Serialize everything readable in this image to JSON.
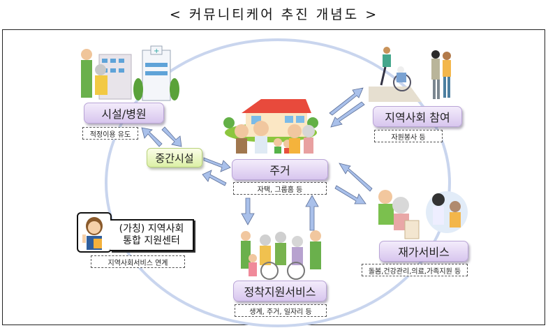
{
  "title": "< 커뮤니티케어 추진 개념도 >",
  "colors": {
    "purple_box": "#d8c6ee",
    "green_box": "#dcf0a6",
    "arrow_fill": "#9fb8e6",
    "circle": "#c9d5ee"
  },
  "nodes": {
    "facility": {
      "label": "시설/병원",
      "note": "적정이용 유도"
    },
    "intermediate": {
      "label": "중간시설"
    },
    "housing": {
      "label": "주거",
      "note": "자택, 그룹홈 등"
    },
    "community": {
      "label": "지역사회 참여",
      "note": "자원봉사 등"
    },
    "home_service": {
      "label": "재가서비스",
      "note": "돌봄,건강관리,의료,가족지원 등"
    },
    "settlement": {
      "label": "정착지원서비스",
      "note": "생계, 주거, 일자리 등"
    },
    "support_center": {
      "line1": "(가칭) 지역사회",
      "line2": "통합 지원센터",
      "note": "지역사회서비스 연계"
    }
  },
  "illustrations": {
    "facility": "facility-hospital-illustration",
    "housing": "family-house-illustration",
    "community": "volunteer-wheelchair-illustration",
    "home_service": "home-care-illustration",
    "settlement": "group-wheelchair-illustration",
    "support_center": "counselor-portrait-illustration"
  }
}
